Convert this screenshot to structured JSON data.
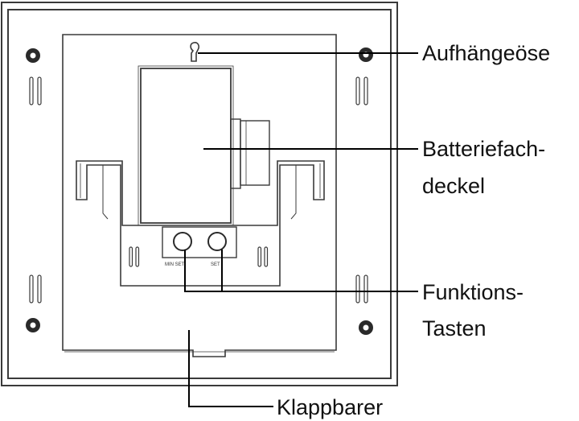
{
  "labels": {
    "hanging_eyelet": "Aufhängeöse",
    "battery_cover_line1": "Batteriefach-",
    "battery_cover_line2": "deckel",
    "function_keys_line1": "Funktions-",
    "function_keys_line2": "Tasten",
    "foldable": "Klappbarer"
  },
  "button_marks": {
    "left": "MIN SET",
    "right": "SET"
  },
  "colors": {
    "stroke": "#3a3a3a",
    "leader": "#000000",
    "text": "#111111",
    "background": "#ffffff"
  }
}
